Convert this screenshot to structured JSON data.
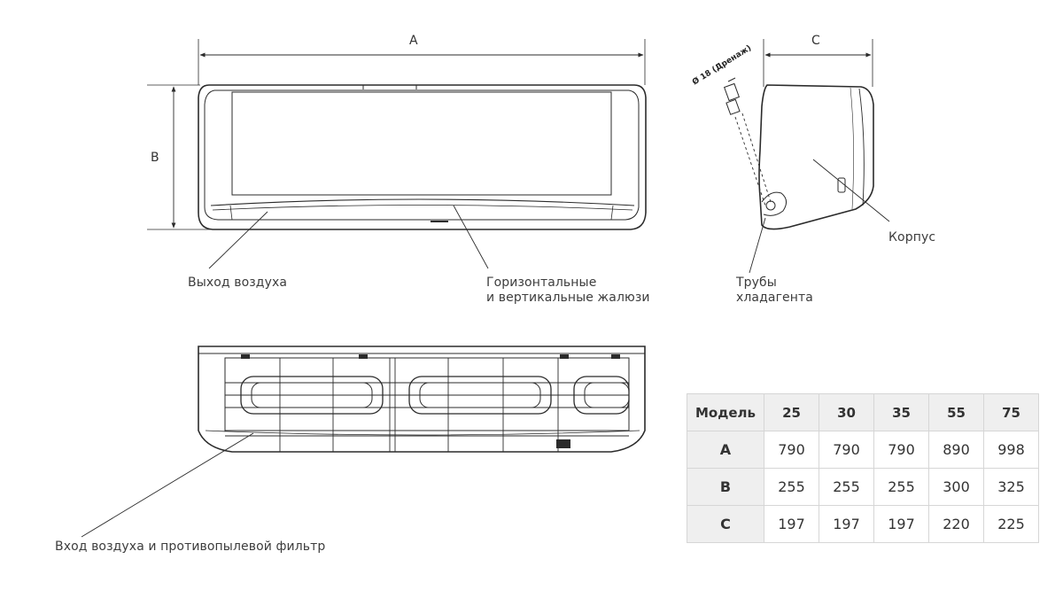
{
  "dimension_labels": {
    "a": "A",
    "b": "B",
    "c": "C"
  },
  "drain_label": "Ø 18 (Дренаж)",
  "callouts": {
    "air_outlet": "Выход воздуха",
    "louvers_line1": "Горизонтальные",
    "louvers_line2": "и вертикальные жалюзи",
    "pipes_line1": "Трубы",
    "pipes_line2": "хладагента",
    "body": "Корпус",
    "air_inlet": "Вход воздуха и противопылевой фильтр"
  },
  "table": {
    "header_label": "Модель",
    "models": [
      "25",
      "30",
      "35",
      "55",
      "75"
    ],
    "rows": [
      {
        "label": "A",
        "values": [
          "790",
          "790",
          "790",
          "890",
          "998"
        ]
      },
      {
        "label": "B",
        "values": [
          "255",
          "255",
          "255",
          "300",
          "325"
        ]
      },
      {
        "label": "C",
        "values": [
          "197",
          "197",
          "197",
          "220",
          "225"
        ]
      }
    ]
  },
  "colors": {
    "line": "#2b2b2b",
    "table_header_bg": "#efefef",
    "table_border": "#d6d6d6"
  }
}
